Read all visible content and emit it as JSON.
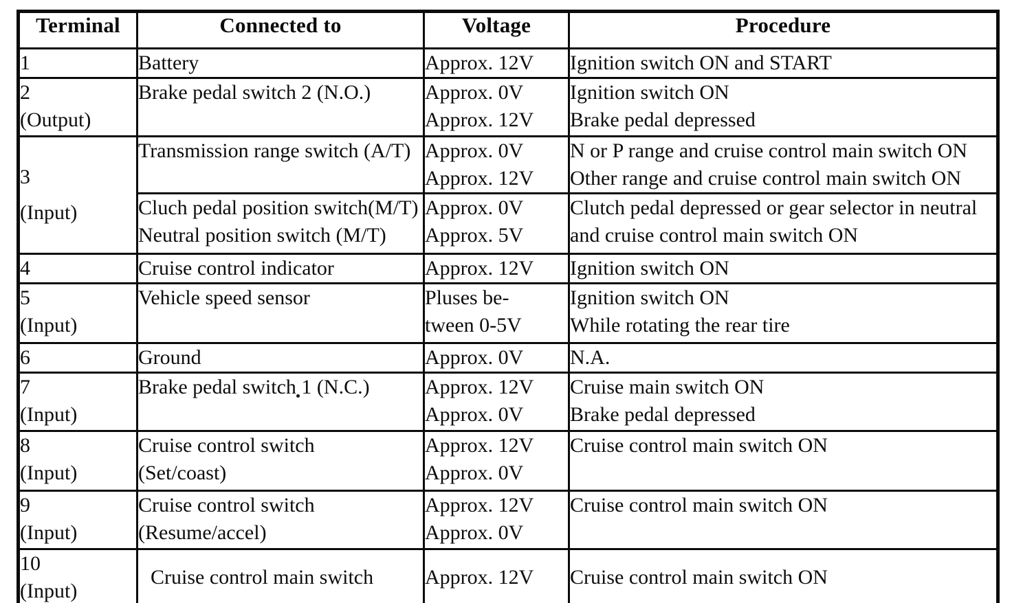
{
  "table": {
    "headers": [
      "Terminal",
      "Connected to",
      "Voltage",
      "Procedure"
    ],
    "rows": [
      {
        "terminal": [
          "1"
        ],
        "subrows": [
          {
            "connected": [
              "Battery"
            ],
            "voltage": [
              "Approx. 12V"
            ],
            "procedure": [
              "Ignition switch ON and START"
            ]
          }
        ]
      },
      {
        "terminal": [
          "2",
          "(Output)"
        ],
        "subrows": [
          {
            "connected": [
              "Brake pedal switch 2 (N.O.)"
            ],
            "voltage": [
              "Approx. 0V",
              "Approx. 12V"
            ],
            "procedure": [
              "Ignition switch ON",
              "Brake pedal depressed"
            ]
          }
        ]
      },
      {
        "terminal": [
          "3",
          "(Input)"
        ],
        "subrows": [
          {
            "connected": [
              "Transmission range switch (A/T)"
            ],
            "voltage": [
              "Approx. 0V",
              "Approx. 12V"
            ],
            "procedure": [
              "N or P range and cruise control main switch ON",
              "Other range and cruise control main switch ON"
            ]
          },
          {
            "connected": [
              "Cluch pedal position switch(M/T)",
              "Neutral position switch (M/T)"
            ],
            "voltage": [
              "Approx. 0V",
              "Approx. 5V"
            ],
            "procedure": [
              "Clutch pedal depressed or gear selector in neutral",
              "and cruise control main switch ON"
            ]
          }
        ]
      },
      {
        "terminal": [
          "4"
        ],
        "subrows": [
          {
            "connected": [
              "Cruise control indicator"
            ],
            "voltage": [
              "Approx. 12V"
            ],
            "procedure": [
              "Ignition switch ON"
            ]
          }
        ]
      },
      {
        "terminal": [
          "5",
          "(Input)"
        ],
        "subrows": [
          {
            "connected": [
              "Vehicle speed sensor"
            ],
            "voltage": [
              "Pluses be-",
              "tween 0-5V"
            ],
            "procedure": [
              "Ignition switch ON",
              "While rotating the rear tire"
            ]
          }
        ]
      },
      {
        "terminal": [
          "6"
        ],
        "subrows": [
          {
            "connected": [
              "Ground"
            ],
            "voltage": [
              "Approx. 0V"
            ],
            "procedure": [
              "N.A."
            ]
          }
        ]
      },
      {
        "terminal": [
          "7",
          "(Input)"
        ],
        "subrows": [
          {
            "connected": [
              "Brake pedal switch 1 (N.C.)"
            ],
            "voltage": [
              "Approx. 12V",
              "Approx. 0V"
            ],
            "procedure": [
              "Cruise main switch ON",
              "Brake pedal depressed"
            ]
          }
        ]
      },
      {
        "terminal": [
          "8",
          "(Input)"
        ],
        "subrows": [
          {
            "connected": [
              "Cruise control switch",
              "(Set/coast)"
            ],
            "voltage": [
              "Approx. 12V",
              "Approx. 0V"
            ],
            "procedure": [
              "Cruise control main switch ON"
            ]
          }
        ]
      },
      {
        "terminal": [
          "9",
          "(Input)"
        ],
        "subrows": [
          {
            "connected": [
              "Cruise control switch",
              "(Resume/accel)"
            ],
            "voltage": [
              "Approx. 12V",
              "Approx. 0V"
            ],
            "procedure": [
              "Cruise control main switch ON"
            ]
          }
        ]
      },
      {
        "terminal": [
          "10",
          "(Input)"
        ],
        "subrows": [
          {
            "connected": [
              "Cruise control main switch"
            ],
            "voltage": [
              "Approx. 12V"
            ],
            "procedure": [
              "Cruise control main switch ON"
            ]
          }
        ]
      }
    ],
    "colors": {
      "ink": "#0d0d0d",
      "paper": "#ffffff"
    }
  }
}
